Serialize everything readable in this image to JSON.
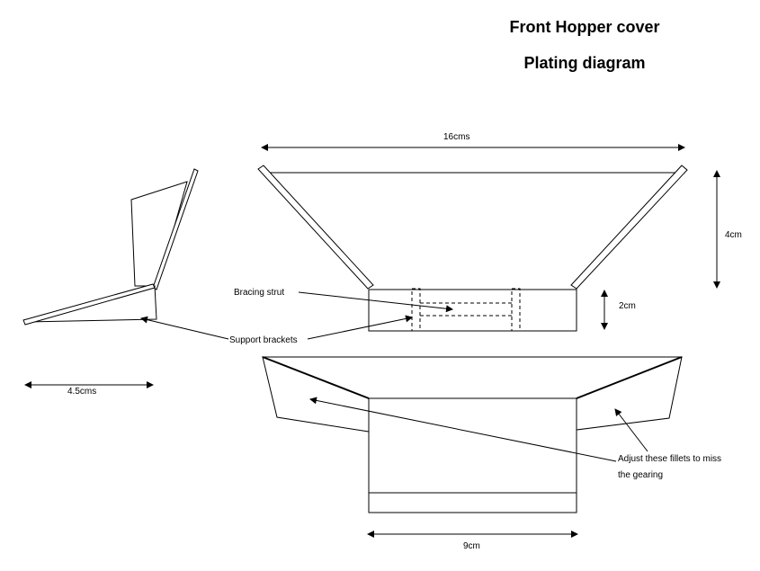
{
  "title": "Front Hopper cover",
  "subtitle": "Plating diagram",
  "dimensions": {
    "top_width": "16cms",
    "height_side": "4cm",
    "strut_height": "2cm",
    "side_depth": "4.5cms",
    "bottom_width": "9cm"
  },
  "labels": {
    "bracing_strut": "Bracing strut",
    "support_brackets": "Support brackets",
    "fillets_line1": "Adjust these fillets to miss",
    "fillets_line2": "the gearing"
  }
}
